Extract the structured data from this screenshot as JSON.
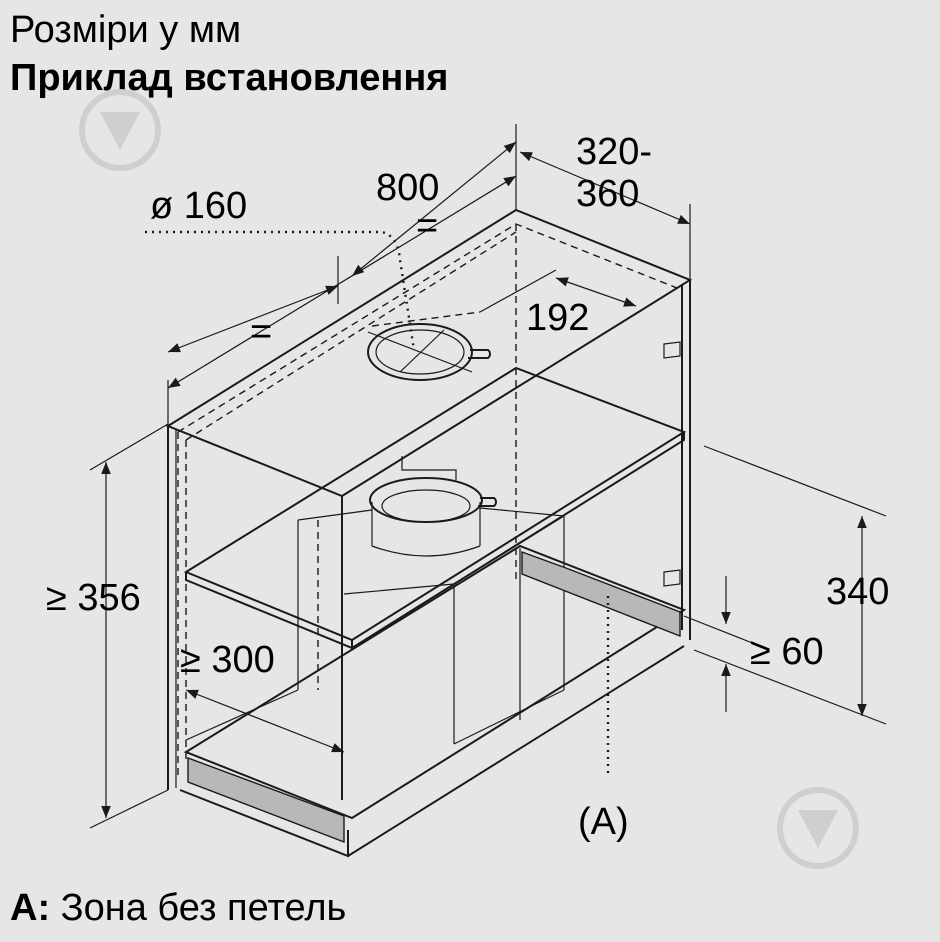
{
  "header": {
    "units_line": "Розміри у мм",
    "title": "Приклад встановлення"
  },
  "dimensions": {
    "duct_diameter": "ø 160",
    "width": "800",
    "equal_top": "=",
    "equal_left": "=",
    "depth_line1": "320-",
    "depth_line2": "360",
    "offset": "192",
    "cabinet_height": "≥ 356",
    "inner_clearance": "≥ 300",
    "unit_height": "340",
    "bottom_gap": "≥ 60",
    "zone_marker": "(A)"
  },
  "legend": {
    "key": "A:",
    "text": "Зона без петель"
  },
  "colors": {
    "background": "#e6e6e6",
    "line": "#1a1a1a",
    "shaded_zone": "#b8b8b8",
    "watermark": "#cfcfcf"
  }
}
